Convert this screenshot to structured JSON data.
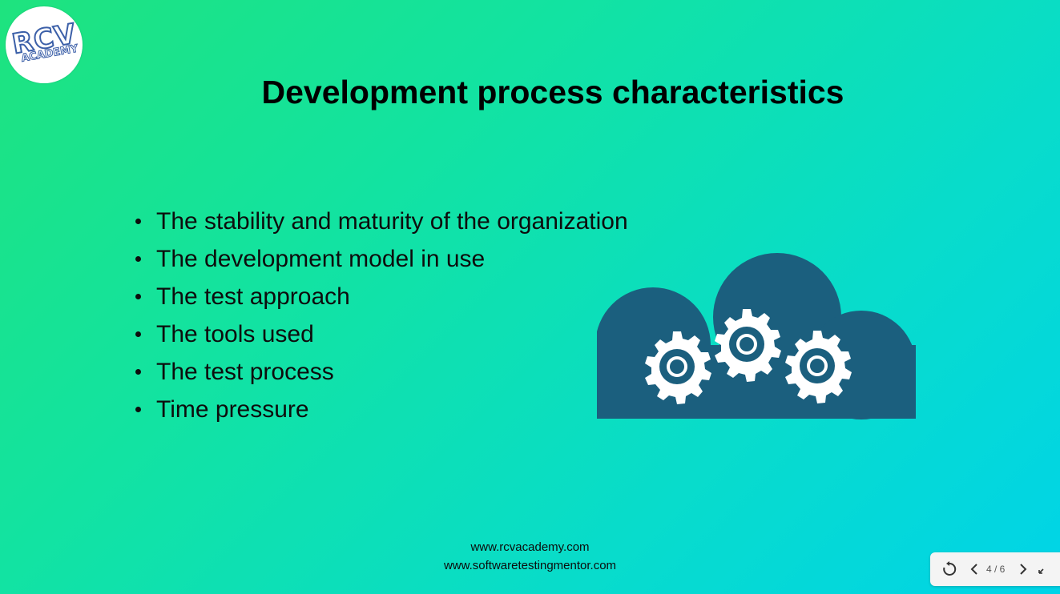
{
  "logo": {
    "line1": "RCV",
    "line2": "ACADEMY"
  },
  "slide": {
    "title": "Development process characteristics",
    "bullets": [
      "The stability and maturity of the organization",
      "The development model in use",
      "The test approach",
      "The tools used",
      "The test process",
      "Time pressure"
    ]
  },
  "footer": {
    "line1": "www.rcvacademy.com",
    "line2": "www.softwaretestingmentor.com"
  },
  "nav": {
    "page_counter": "4 / 6"
  },
  "colors": {
    "cloud": "#1b5f7e",
    "gear": "#ffffff",
    "logo_blue": "#3b5fa8"
  },
  "icons": [
    "cloud-gears-icon",
    "refresh-icon",
    "chevron-left-icon",
    "chevron-right-icon",
    "expand-icon"
  ]
}
